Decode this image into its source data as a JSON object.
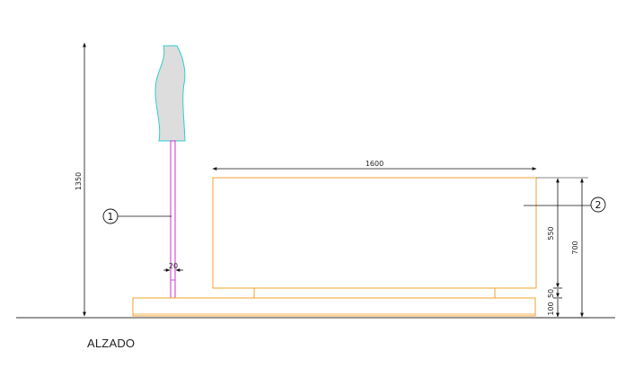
{
  "view_title": "ALZADO",
  "colors": {
    "ground": "#333333",
    "dimension": "#111111",
    "pole": "#cc33cc",
    "umbrella_fill": "#dddddd",
    "umbrella_stroke": "#33cccc",
    "planter": "#f0a030"
  },
  "dimensions": {
    "total_height": "1350",
    "pole_width": "20",
    "planter_length": "1600",
    "planter_upper": "550",
    "planter_gap": "50",
    "planter_base": "100",
    "planter_total": "700"
  },
  "callouts": {
    "pole": "1",
    "planter": "2"
  }
}
